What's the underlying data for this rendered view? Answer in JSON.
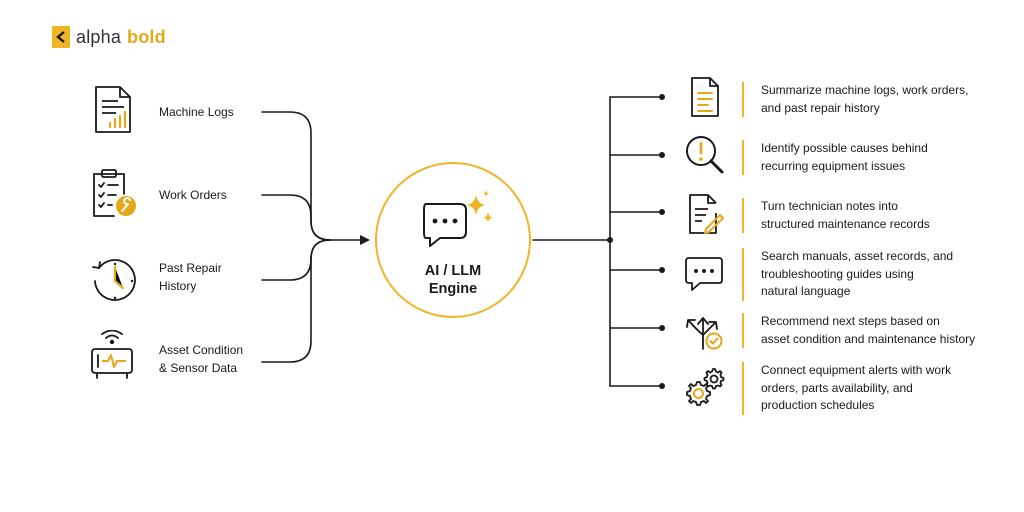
{
  "brand": {
    "word1": "alpha",
    "word2": "bold",
    "accent": "#f0b429",
    "logo_icon": "alphabold-logo-icon"
  },
  "inputs": [
    {
      "label_lines": [
        "Machine Logs"
      ],
      "icon": "document-chart-icon"
    },
    {
      "label_lines": [
        "Work Orders"
      ],
      "icon": "clipboard-wrench-icon"
    },
    {
      "label_lines": [
        "Past Repair",
        "History"
      ],
      "icon": "clock-history-icon"
    },
    {
      "label_lines": [
        "Asset Condition",
        "& Sensor Data"
      ],
      "icon": "sensor-monitor-icon"
    }
  ],
  "engine": {
    "lines": [
      "AI / LLM",
      "Engine"
    ],
    "icon": "chat-sparkle-icon"
  },
  "outputs": [
    {
      "lines": [
        "Summarize machine logs, work orders,",
        "and past repair history"
      ],
      "icon": "document-list-icon"
    },
    {
      "lines": [
        "Identify possible causes behind",
        "recurring equipment issues"
      ],
      "icon": "magnifier-alert-icon"
    },
    {
      "lines": [
        "Turn technician notes into",
        "structured maintenance records"
      ],
      "icon": "document-pencil-icon"
    },
    {
      "lines": [
        "Search manuals, asset records, and",
        "troubleshooting guides using",
        "natural language"
      ],
      "icon": "chat-bubble-icon"
    },
    {
      "lines": [
        "Recommend next steps based on",
        "asset condition and maintenance history"
      ],
      "icon": "branching-arrows-check-icon"
    },
    {
      "lines": [
        "Connect equipment alerts with work",
        "orders, parts availability, and",
        "production schedules"
      ],
      "icon": "gears-icon"
    }
  ]
}
